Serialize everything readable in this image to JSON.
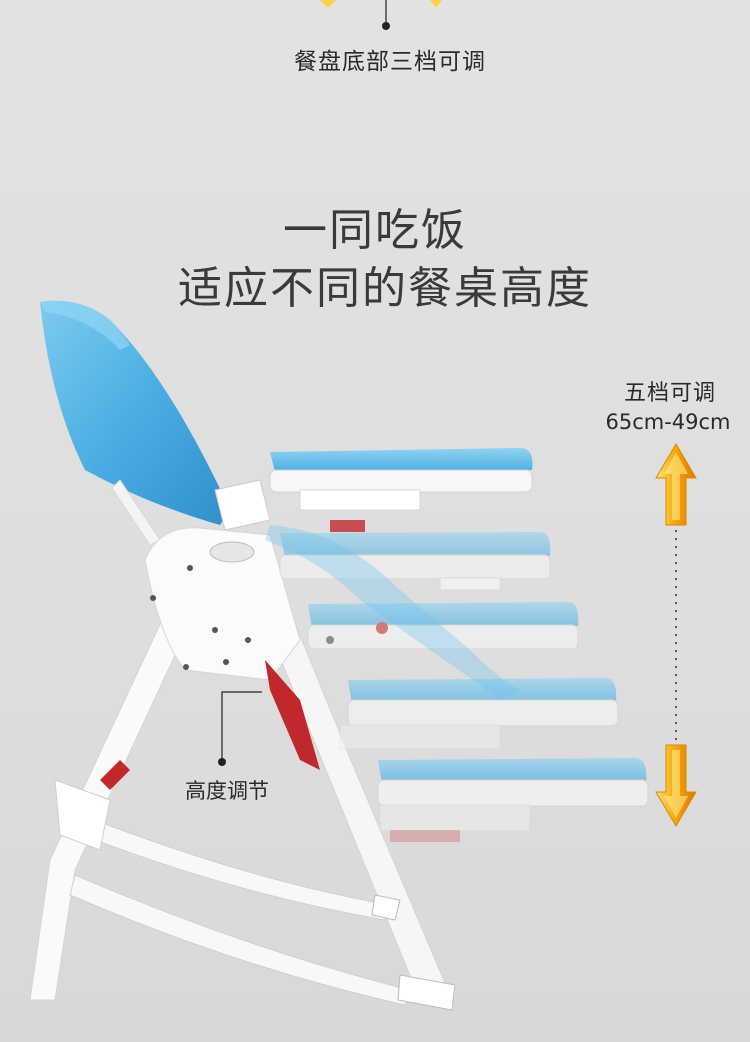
{
  "labels": {
    "tray_bottom": "餐盘底部三档可调",
    "headline_line1": "一同吃饭",
    "headline_line2": "适应不同的餐桌高度",
    "levels": "五档可调",
    "range": "65cm-49cm",
    "height_adjust": "高度调节"
  },
  "colors": {
    "background": "#e0e0e0",
    "seat_blue": "#4aaee3",
    "tray_blue": "#6cc4ec",
    "frame_white": "#f8f8f8",
    "accent_red": "#c0282c",
    "arrow_orange": "#f5a400"
  },
  "icons": {
    "up_arrow": "arrow-up-icon",
    "down_arrow": "arrow-down-icon"
  }
}
